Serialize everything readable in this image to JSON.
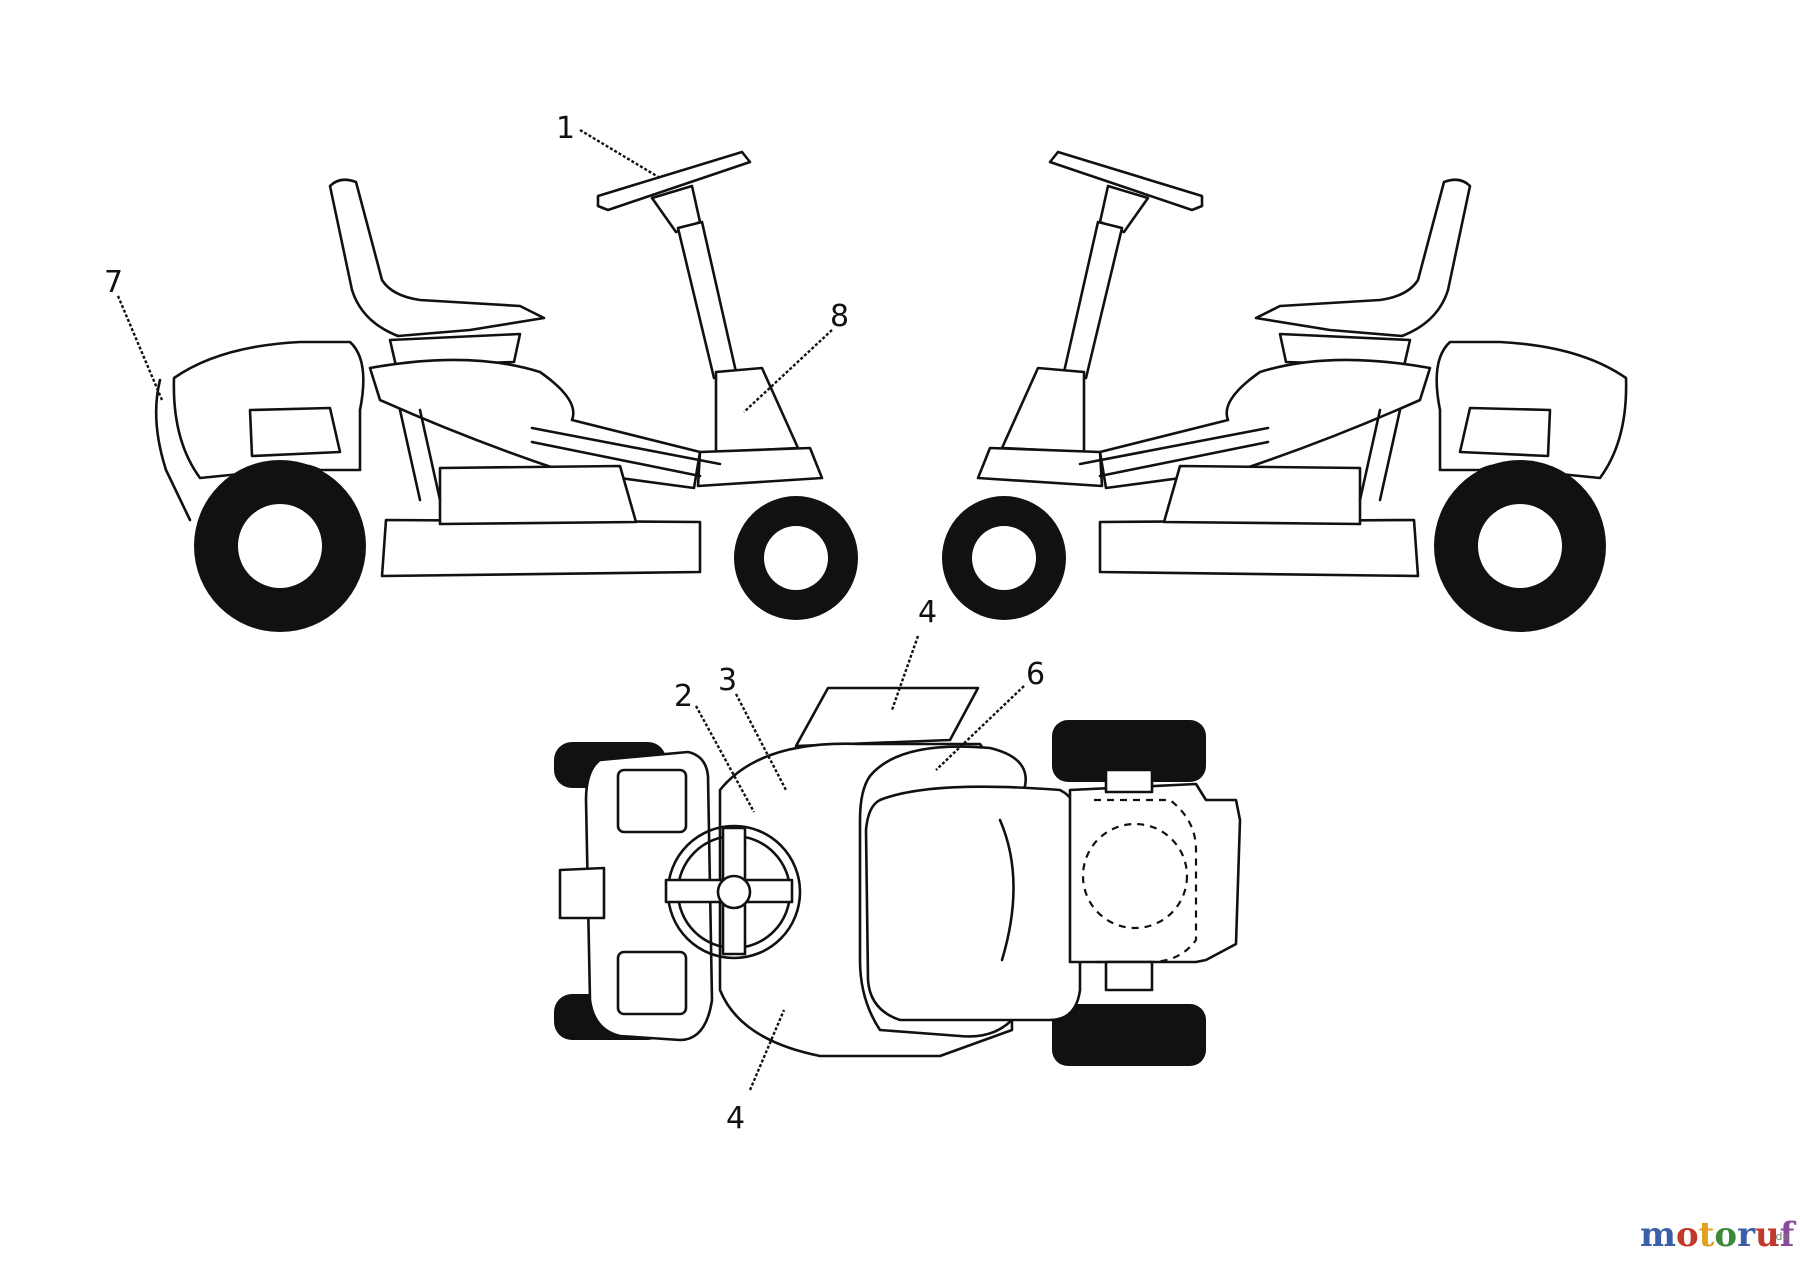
{
  "callouts": [
    {
      "id": "1",
      "label": "1"
    },
    {
      "id": "2",
      "label": "2"
    },
    {
      "id": "3",
      "label": "3"
    },
    {
      "id": "4-top",
      "label": "4"
    },
    {
      "id": "4-bottom",
      "label": "4"
    },
    {
      "id": "6",
      "label": "6"
    },
    {
      "id": "7",
      "label": "7"
    },
    {
      "id": "8",
      "label": "8"
    }
  ],
  "watermark": {
    "letters": [
      "m",
      "o",
      "t",
      "o",
      "r",
      "u",
      "f"
    ],
    "colors": [
      "#3a5fa8",
      "#c0392b",
      "#e0a020",
      "#3a8a3a",
      "#3a5fa8",
      "#c0392b",
      "#8a4a9a"
    ],
    "suffix": ".de"
  }
}
